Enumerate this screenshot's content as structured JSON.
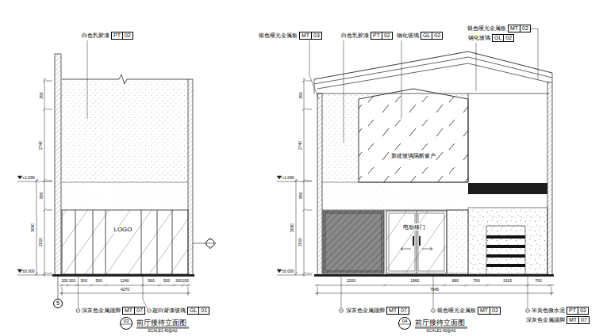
{
  "diagram": {
    "nodes": [
      {
        "text": [
          "PT",
          "02"
        ]
      },
      {
        "text": [
          "MT",
          "03"
        ]
      },
      {
        "text": [
          "PT",
          "02"
        ]
      },
      {
        "text": [
          "GL",
          "02"
        ]
      },
      {
        "text": [
          "MT",
          "02"
        ]
      },
      {
        "text": [
          "GL",
          "02"
        ]
      },
      {
        "text": [
          "5"
        ]
      },
      {
        "text": [
          "MT",
          "07"
        ]
      },
      {
        "text": [
          "GL",
          "01"
        ]
      },
      {
        "text": [
          "MT",
          "07"
        ]
      },
      {
        "text": [
          "MT",
          "02"
        ]
      },
      {
        "text": [
          "PT",
          "03"
        ]
      },
      {
        "text": [
          "MT",
          "07"
        ]
      },
      {
        "text": [
          "03"
        ]
      },
      {
        "text": [
          "04"
        ]
      }
    ],
    "labels": [
      "白色乳胶漆",
      "银色哑光金属板",
      "白色乳胶漆",
      "钢化玻璃",
      "银色哑光金属板",
      "钢化玻璃",
      "LOGO",
      "新建玻璃隔断窗户",
      "电动移门",
      "390",
      "2740",
      "890",
      "3090",
      "2010",
      "+1.090",
      "±0.000",
      "200",
      "300",
      "500",
      "500",
      "1240",
      "560",
      "500",
      "300",
      "200",
      "4270",
      "390",
      "2740",
      "890",
      "3090",
      "2010",
      "+1.090",
      "±0.000",
      "2200",
      "1960",
      "680",
      "700",
      "1315",
      "700",
      "7645",
      "深灰色金属踢脚",
      "超白背漆玻璃",
      "深灰色金属踢脚",
      "银色哑光金属板",
      "米黄色微水泥",
      "深灰色金属踢脚",
      "前厅接待立面图",
      "SCALE1:40@A2",
      "前厅接待立面图",
      "SCALE1:40@A2"
    ]
  }
}
